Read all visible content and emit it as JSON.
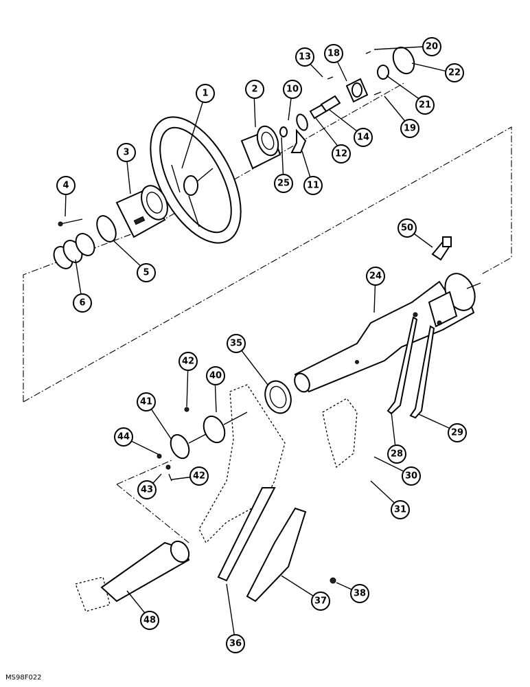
{
  "figure_code": "MS98F022",
  "callouts": [
    {
      "label": "1"
    },
    {
      "label": "2"
    },
    {
      "label": "3"
    },
    {
      "label": "4"
    },
    {
      "label": "5"
    },
    {
      "label": "6"
    },
    {
      "label": "10"
    },
    {
      "label": "11"
    },
    {
      "label": "12"
    },
    {
      "label": "13"
    },
    {
      "label": "14"
    },
    {
      "label": "18"
    },
    {
      "label": "19"
    },
    {
      "label": "20"
    },
    {
      "label": "21"
    },
    {
      "label": "22"
    },
    {
      "label": "24"
    },
    {
      "label": "25"
    },
    {
      "label": "28"
    },
    {
      "label": "29"
    },
    {
      "label": "30"
    },
    {
      "label": "31"
    },
    {
      "label": "35"
    },
    {
      "label": "36"
    },
    {
      "label": "37"
    },
    {
      "label": "38"
    },
    {
      "label": "40"
    },
    {
      "label": "41"
    },
    {
      "label": "42"
    },
    {
      "label": "42"
    },
    {
      "label": "43"
    },
    {
      "label": "44"
    },
    {
      "label": "48"
    },
    {
      "label": "50"
    }
  ]
}
